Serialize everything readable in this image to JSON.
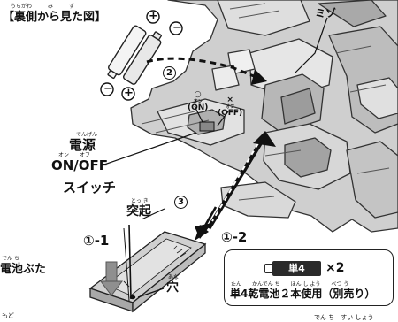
{
  "title": "【裏側から見た図】",
  "title_ruby": "うらがわ　　　み　　　ず",
  "labels": {
    "mizo": "ミゾ",
    "on_off_title": "電源",
    "on_off_title_ruby": "でんげん",
    "on_off_text": "ON/OFF",
    "on_off_text_ruby": "オン　　オフ",
    "switch": "スイッチ",
    "tokki": "突起",
    "tokki_ruby": "とっ き",
    "battery_cover": "電池ぶた",
    "battery_cover_ruby": "でん ち",
    "hole": "穴",
    "hole_ruby": "あな"
  },
  "switch_tags": {
    "on_symbol": "○",
    "on_ruby": "オン",
    "on_text": "(ON)",
    "off_symbol": "×",
    "off_ruby": "オフ",
    "off_text": "(OFF)"
  },
  "steps": {
    "s1_1": "①-1",
    "s1_2": "①-2",
    "s2": "2",
    "s3": "3"
  },
  "polarity": {
    "plus": "+",
    "minus": "−"
  },
  "battery": {
    "type": "単4",
    "count": "×2",
    "note": "単4乾電池２本使用（別売り）",
    "note_ruby": "たん　　かんでん ち　　ほん し よう　　べつ う"
  },
  "footer": {
    "left": "もど",
    "right": "でん ち　すい しょう"
  },
  "colors": {
    "ink": "#111111",
    "toy_shade": "#bdbdbd",
    "toy_light": "#dcdcdc",
    "arrow_gray": "#8a8a8a"
  }
}
